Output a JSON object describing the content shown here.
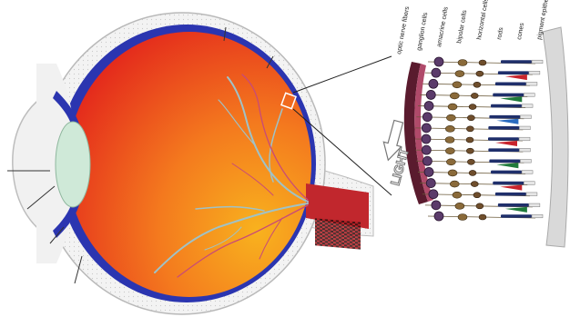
{
  "retina_labels": [
    "optic nerve fibers",
    "ganglion cells",
    "amacrine cells",
    "bipolar cells",
    "horizontal cells",
    "rods",
    "cones",
    "pigment epithelium"
  ],
  "light_label": "LIGHT",
  "colors": {
    "retina_red": "#e8321c",
    "retina_orange": "#f6a21e",
    "choroid_blue": "#2b35b0",
    "sclera": "#f2f2f2",
    "lens": "#cfe9d8",
    "vessel_grey": "#9fc2c7",
    "vessel_pink": "#c84a78",
    "optic_nerve": "#c1272d"
  },
  "icons": [
    "light-arrow-icon"
  ]
}
